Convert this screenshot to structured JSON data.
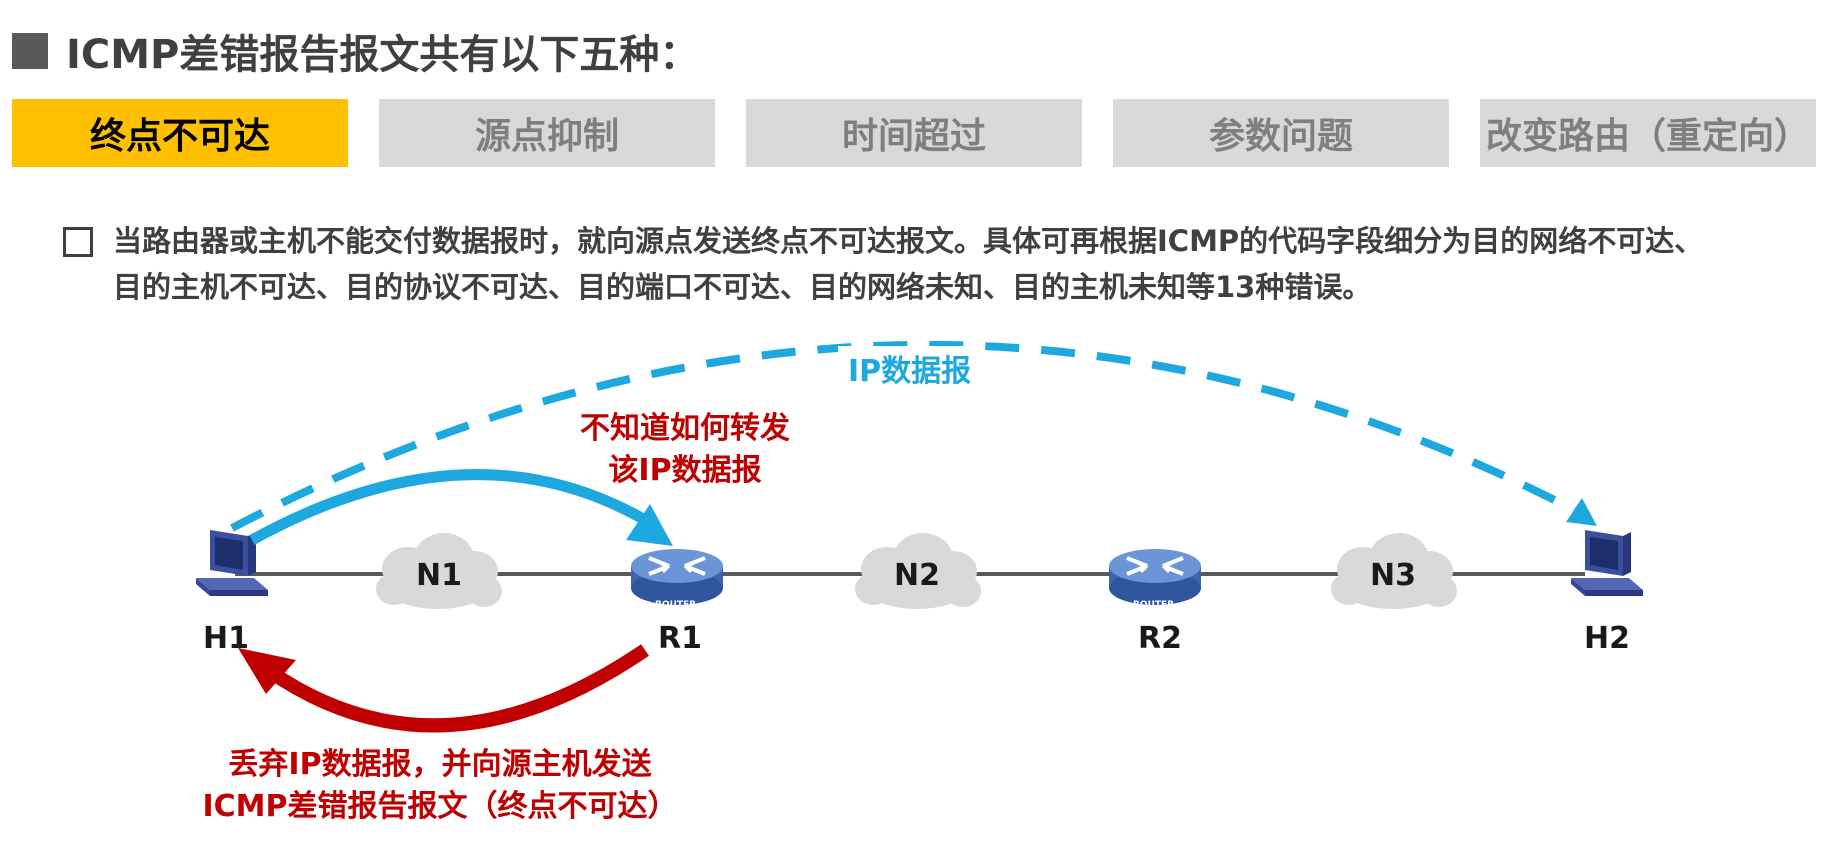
{
  "title": "ICMP差错报告报文共有以下五种：",
  "tabs": [
    {
      "label": "终点不可达",
      "active": true
    },
    {
      "label": "源点抑制",
      "active": false
    },
    {
      "label": "时间超过",
      "active": false
    },
    {
      "label": "参数问题",
      "active": false
    },
    {
      "label": "改变路由（重定向）",
      "active": false
    }
  ],
  "description": {
    "line1": "当路由器或主机不能交付数据报时，就向源点发送终点不可达报文。具体可再根据ICMP的代码字段细分为目的网络不可达、",
    "line2": "目的主机不可达、目的协议不可达、目的端口不可达、目的网络未知、目的主机未知等13种错误。"
  },
  "diagram": {
    "nodes": {
      "h1": "H1",
      "r1": "R1",
      "r2": "R2",
      "h2": "H2"
    },
    "networks": {
      "n1": "N1",
      "n2": "N2",
      "n3": "N3"
    },
    "router_badge": "ROUTER",
    "ip_datagram_label": "IP数据报",
    "r1_note_line1": "不知道如何转发",
    "r1_note_line2": "该IP数据报",
    "discard_note_line1": "丢弃IP数据报，并向源主机发送",
    "discard_note_line2": "ICMP差错报告报文（终点不可达）"
  },
  "colors": {
    "active_tab": "#ffc000",
    "inactive_tab": "#d9d9d9",
    "blue_arrow": "#1ea8e0",
    "red_arrow": "#c00000",
    "router": "#4a78c0",
    "host": "#3b4f9c"
  }
}
